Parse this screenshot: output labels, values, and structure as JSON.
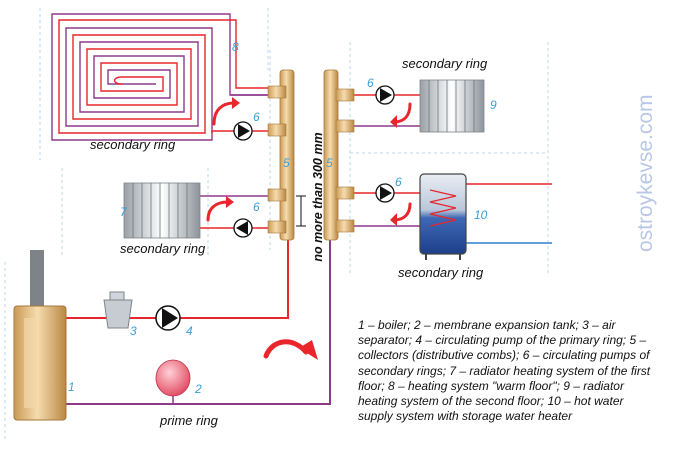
{
  "labels": {
    "secondary_ring_floor": "secondary ring",
    "secondary_ring_rad1": "secondary ring",
    "secondary_ring_rad2": "secondary ring",
    "secondary_ring_boiler": "secondary ring",
    "prime_ring": "prime ring",
    "spacing_note": "no more than 300 mm",
    "watermark": "ostroykevse.com"
  },
  "numbers": {
    "n1": "1",
    "n2": "2",
    "n3": "3",
    "n4": "4",
    "n5a": "5",
    "n5b": "5",
    "n6a": "6",
    "n6b": "6",
    "n6c": "6",
    "n6d": "6",
    "n7": "7",
    "n8": "8",
    "n9": "9",
    "n10": "10"
  },
  "legend": "1 – boiler; 2 – membrane expansion tank; 3 – air separator; 4 – circulating pump of the primary ring; 5 – collectors (distributive combs); 6 – circulating pumps of secondary rings; 7 – radiator heating system of the first floor; 8 – heating system \"warm floor\"; 9 – radiator heating system of the second floor; 10 – hot water supply system with storage water heater",
  "colors": {
    "supply": "#e8262b",
    "return": "#8e3a8c",
    "cold": "#2f7fd0",
    "copper": "#e2b77a",
    "number": "#3a9fd8"
  }
}
